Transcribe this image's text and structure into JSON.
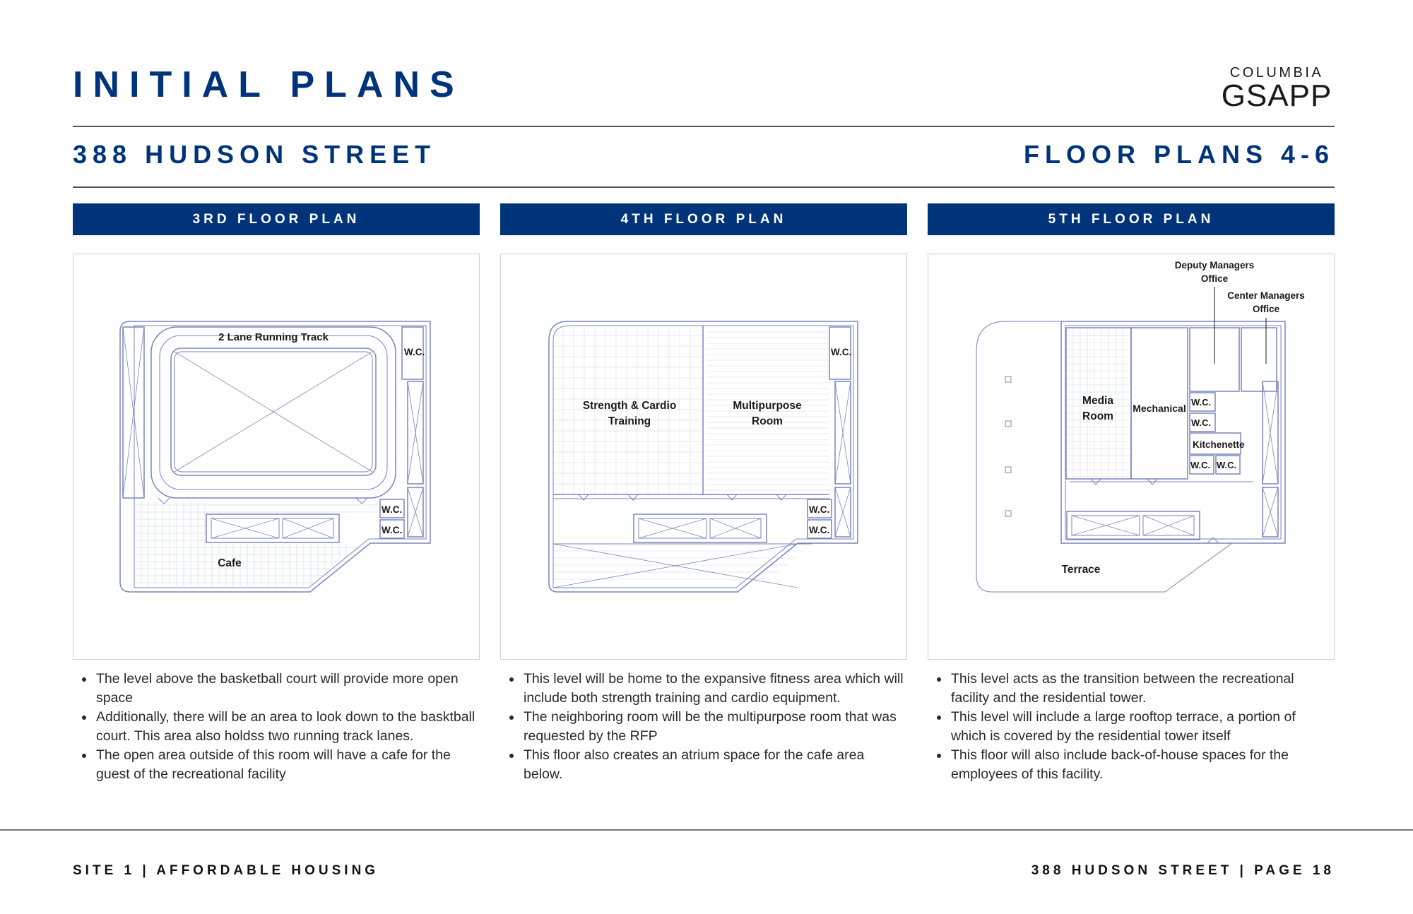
{
  "header": {
    "title": "INITIAL PLANS",
    "logo": {
      "line1": "COLUMBIA",
      "line2": "GSAPP"
    }
  },
  "subheader": {
    "left": "388 HUDSON STREET",
    "right": "FLOOR PLANS 4-6"
  },
  "columns": [
    {
      "heading": "3RD FLOOR PLAN",
      "plan_labels": {
        "track": "2 Lane Running Track",
        "wc1": "W.C.",
        "wc2": "W.C.",
        "wc3": "W.C.",
        "cafe": "Cafe"
      },
      "notes": [
        "The level above the basketball court will provide more open space",
        "Additionally, there will be an area to look down to the basktball court. This area also holdss two running track lanes.",
        "The open area outside of this room will have a cafe for the guest of the recreational facility"
      ]
    },
    {
      "heading": "4TH FLOOR PLAN",
      "plan_labels": {
        "strength_line1": "Strength & Cardio",
        "strength_line2": "Training",
        "multi_line1": "Multipurpose",
        "multi_line2": "Room",
        "wc1": "W.C.",
        "wc2": "W.C.",
        "wc3": "W.C."
      },
      "notes": [
        "This level will be home to the expansive fitness area which will include both strength training and cardio equipment.",
        "The neighboring room will be the multipurpose room that was requested by the RFP",
        "This floor also creates an atrium space for the cafe area below."
      ]
    },
    {
      "heading": "5TH FLOOR PLAN",
      "plan_labels": {
        "deputy_line1": "Deputy Managers",
        "deputy_line2": "Office",
        "center_line1": "Center Managers",
        "center_line2": "Office",
        "media_line1": "Media",
        "media_line2": "Room",
        "mechanical": "Mechanical",
        "wc1": "W.C.",
        "wc2": "W.C.",
        "kitchenette": "Kitchenette",
        "wc3": "W.C.",
        "wc4": "W.C.",
        "terrace": "Terrace"
      },
      "notes": [
        "This level acts as the transition between the recreational facility and the residential tower.",
        "This level will include a large rooftop terrace, a portion of which is covered by the residential tower itself",
        "This floor will also include back-of-house spaces for the employees of this facility."
      ]
    }
  ],
  "footer": {
    "left": "SITE 1 | AFFORDABLE HOUSING",
    "right": "388 HUDSON STREET | PAGE 18"
  },
  "colors": {
    "brand_blue": "#00347a",
    "plan_line": "#6f7fb8"
  }
}
